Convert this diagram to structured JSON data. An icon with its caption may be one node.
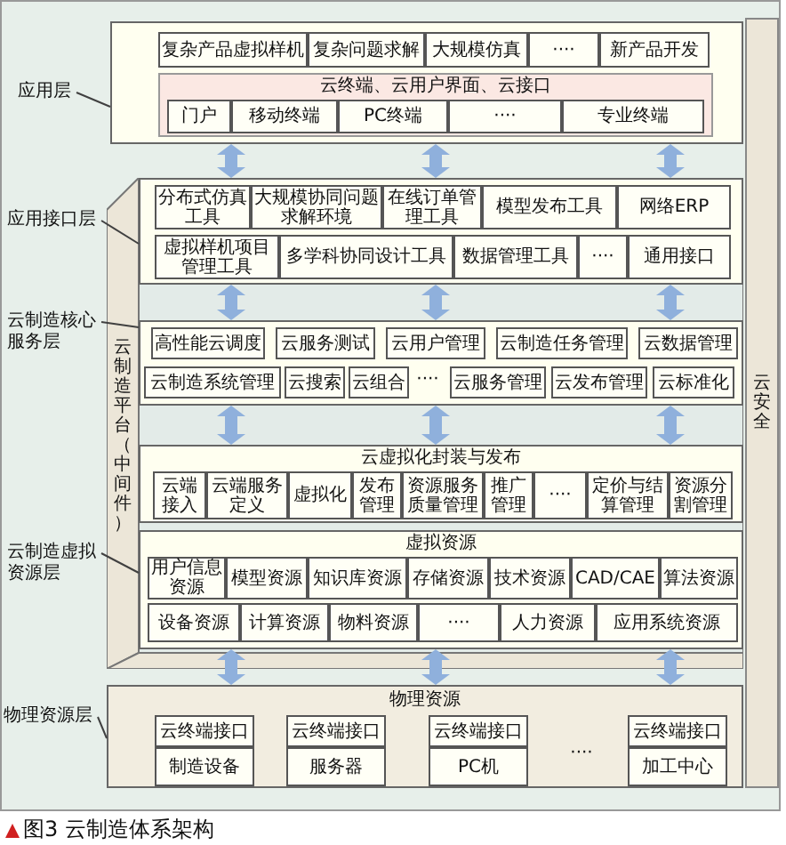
{
  "diagram": {
    "caption": "图3 云制造体系架构",
    "nodes": [
      {
        "text": [
          "应用层"
        ]
      },
      {
        "text": [],
        "shape": "box"
      },
      {
        "text": [
          "复杂产品虚拟样机"
        ],
        "in": 1
      },
      {
        "text": [
          "复杂问题求解"
        ],
        "in": 1
      },
      {
        "text": [
          "大规模仿真"
        ],
        "in": 1
      },
      {
        "text": [
          "····"
        ],
        "in": 1
      },
      {
        "text": [
          "新产品开发"
        ],
        "in": 1
      },
      {
        "text": [
          "云终端、云用户界面、云接口"
        ],
        "in": 1
      },
      {
        "text": [
          "门户"
        ],
        "in": 7
      },
      {
        "text": [
          "移动终端"
        ],
        "in": 7
      },
      {
        "text": [
          "PC终端"
        ],
        "in": 7
      },
      {
        "text": [
          "····"
        ],
        "in": 7
      },
      {
        "text": [
          "专业终端"
        ],
        "in": 7
      },
      {
        "text": [
          "应用接口层"
        ]
      },
      {
        "text": [
          "云制造平台（中间件）"
        ]
      },
      {
        "text": [],
        "shape": "box",
        "in": 14
      },
      {
        "text": [
          "分布式仿真工具"
        ],
        "in": 15
      },
      {
        "text": [
          "大规模协同问题求解环境"
        ],
        "in": 15
      },
      {
        "text": [
          "在线订单管理工具"
        ],
        "in": 15
      },
      {
        "text": [
          "模型发布工具"
        ],
        "in": 15
      },
      {
        "text": [
          "网络ERP"
        ],
        "in": 15
      },
      {
        "text": [
          "虚拟样机项目管理工具"
        ],
        "in": 15
      },
      {
        "text": [
          "多学科协同设计工具"
        ],
        "in": 15
      },
      {
        "text": [
          "数据管理工具"
        ],
        "in": 15
      },
      {
        "text": [
          "····"
        ],
        "in": 15
      },
      {
        "text": [
          "通用接口"
        ],
        "in": 15
      },
      {
        "text": [
          "云制造核心服务层"
        ]
      },
      {
        "text": [],
        "shape": "box",
        "in": 14
      },
      {
        "text": [
          "高性能云调度"
        ],
        "in": 27
      },
      {
        "text": [
          "云服务测试"
        ],
        "in": 27
      },
      {
        "text": [
          "云用户管理"
        ],
        "in": 27
      },
      {
        "text": [
          "云制造任务管理"
        ],
        "in": 27
      },
      {
        "text": [
          "云数据管理"
        ],
        "in": 27
      },
      {
        "text": [
          "云制造系统管理"
        ],
        "in": 27
      },
      {
        "text": [
          "云搜索"
        ],
        "in": 27
      },
      {
        "text": [
          "云组合"
        ],
        "in": 27
      },
      {
        "text": [
          "云服务管理"
        ],
        "in": 27
      },
      {
        "text": [
          "云发布管理"
        ],
        "in": 27
      },
      {
        "text": [
          "云标准化"
        ],
        "in": 27
      },
      {
        "text": [
          "云虚拟化封装与发布"
        ],
        "in": 14
      },
      {
        "text": [
          "云端接入"
        ],
        "in": 39
      },
      {
        "text": [
          "云端服务定义"
        ],
        "in": 39
      },
      {
        "text": [
          "虚拟化"
        ],
        "in": 39
      },
      {
        "text": [
          "发布管理"
        ],
        "in": 39
      },
      {
        "text": [
          "资源服务质量管理"
        ],
        "in": 39
      },
      {
        "text": [
          "推广管理"
        ],
        "in": 39
      },
      {
        "text": [
          "····"
        ],
        "in": 39
      },
      {
        "text": [
          "定价与结算管理"
        ],
        "in": 39
      },
      {
        "text": [
          "资源分割管理"
        ],
        "in": 39
      },
      {
        "text": [
          "云制造虚拟资源层"
        ]
      },
      {
        "text": [
          "虚拟资源"
        ],
        "in": 14
      },
      {
        "text": [
          "用户信息资源"
        ],
        "in": 50
      },
      {
        "text": [
          "模型资源"
        ],
        "in": 50
      },
      {
        "text": [
          "知识库资源"
        ],
        "in": 50
      },
      {
        "text": [
          "存储资源"
        ],
        "in": 50
      },
      {
        "text": [
          "技术资源"
        ],
        "in": 50
      },
      {
        "text": [
          "CAD/CAE"
        ],
        "in": 50
      },
      {
        "text": [
          "算法资源"
        ],
        "in": 50
      },
      {
        "text": [
          "设备资源"
        ],
        "in": 50
      },
      {
        "text": [
          "计算资源"
        ],
        "in": 50
      },
      {
        "text": [
          "物料资源"
        ],
        "in": 50
      },
      {
        "text": [
          "····"
        ],
        "in": 50
      },
      {
        "text": [
          "人力资源"
        ],
        "in": 50
      },
      {
        "text": [
          "应用系统资源"
        ],
        "in": 50
      },
      {
        "text": [
          "物理资源层"
        ]
      },
      {
        "text": [
          "物理资源"
        ]
      },
      {
        "text": [
          "云终端接口"
        ],
        "in": 65
      },
      {
        "text": [
          "制造设备"
        ],
        "in": 65
      },
      {
        "text": [
          "云终端接口"
        ],
        "in": 65
      },
      {
        "text": [
          "服务器"
        ],
        "in": 65
      },
      {
        "text": [
          "云终端接口"
        ],
        "in": 65
      },
      {
        "text": [
          "PC机"
        ],
        "in": 65
      },
      {
        "text": [
          "云终端接口"
        ],
        "in": 65
      },
      {
        "text": [
          "加工中心"
        ],
        "in": 65
      },
      {
        "text": [
          "云安全"
        ]
      }
    ],
    "edges": [
      {
        "from": 0,
        "to": 1,
        "arrow": "none",
        "color": "#404040"
      },
      {
        "from": 1,
        "to": 15,
        "arrow": "both"
      },
      {
        "from": 1,
        "to": 15,
        "arrow": "both"
      },
      {
        "from": 1,
        "to": 15,
        "arrow": "both"
      },
      {
        "from": 13,
        "to": 15,
        "arrow": "none",
        "color": "#404040"
      },
      {
        "from": 15,
        "to": 27,
        "arrow": "both"
      },
      {
        "from": 15,
        "to": 27,
        "arrow": "both"
      },
      {
        "from": 15,
        "to": 27,
        "arrow": "both"
      },
      {
        "from": 26,
        "to": 27,
        "arrow": "none",
        "color": "#404040"
      },
      {
        "from": 27,
        "to": 39,
        "arrow": "both"
      },
      {
        "from": 27,
        "to": 39,
        "arrow": "both"
      },
      {
        "from": 27,
        "to": 39,
        "arrow": "both"
      },
      {
        "from": 49,
        "to": 50,
        "arrow": "none",
        "color": "#404040"
      },
      {
        "from": 50,
        "to": 65,
        "arrow": "both"
      },
      {
        "from": 50,
        "to": 65,
        "arrow": "both"
      },
      {
        "from": 50,
        "to": 65,
        "arrow": "both"
      },
      {
        "from": 64,
        "to": 65,
        "arrow": "none",
        "color": "#404040"
      }
    ],
    "labels": [
      "····",
      "····"
    ]
  }
}
